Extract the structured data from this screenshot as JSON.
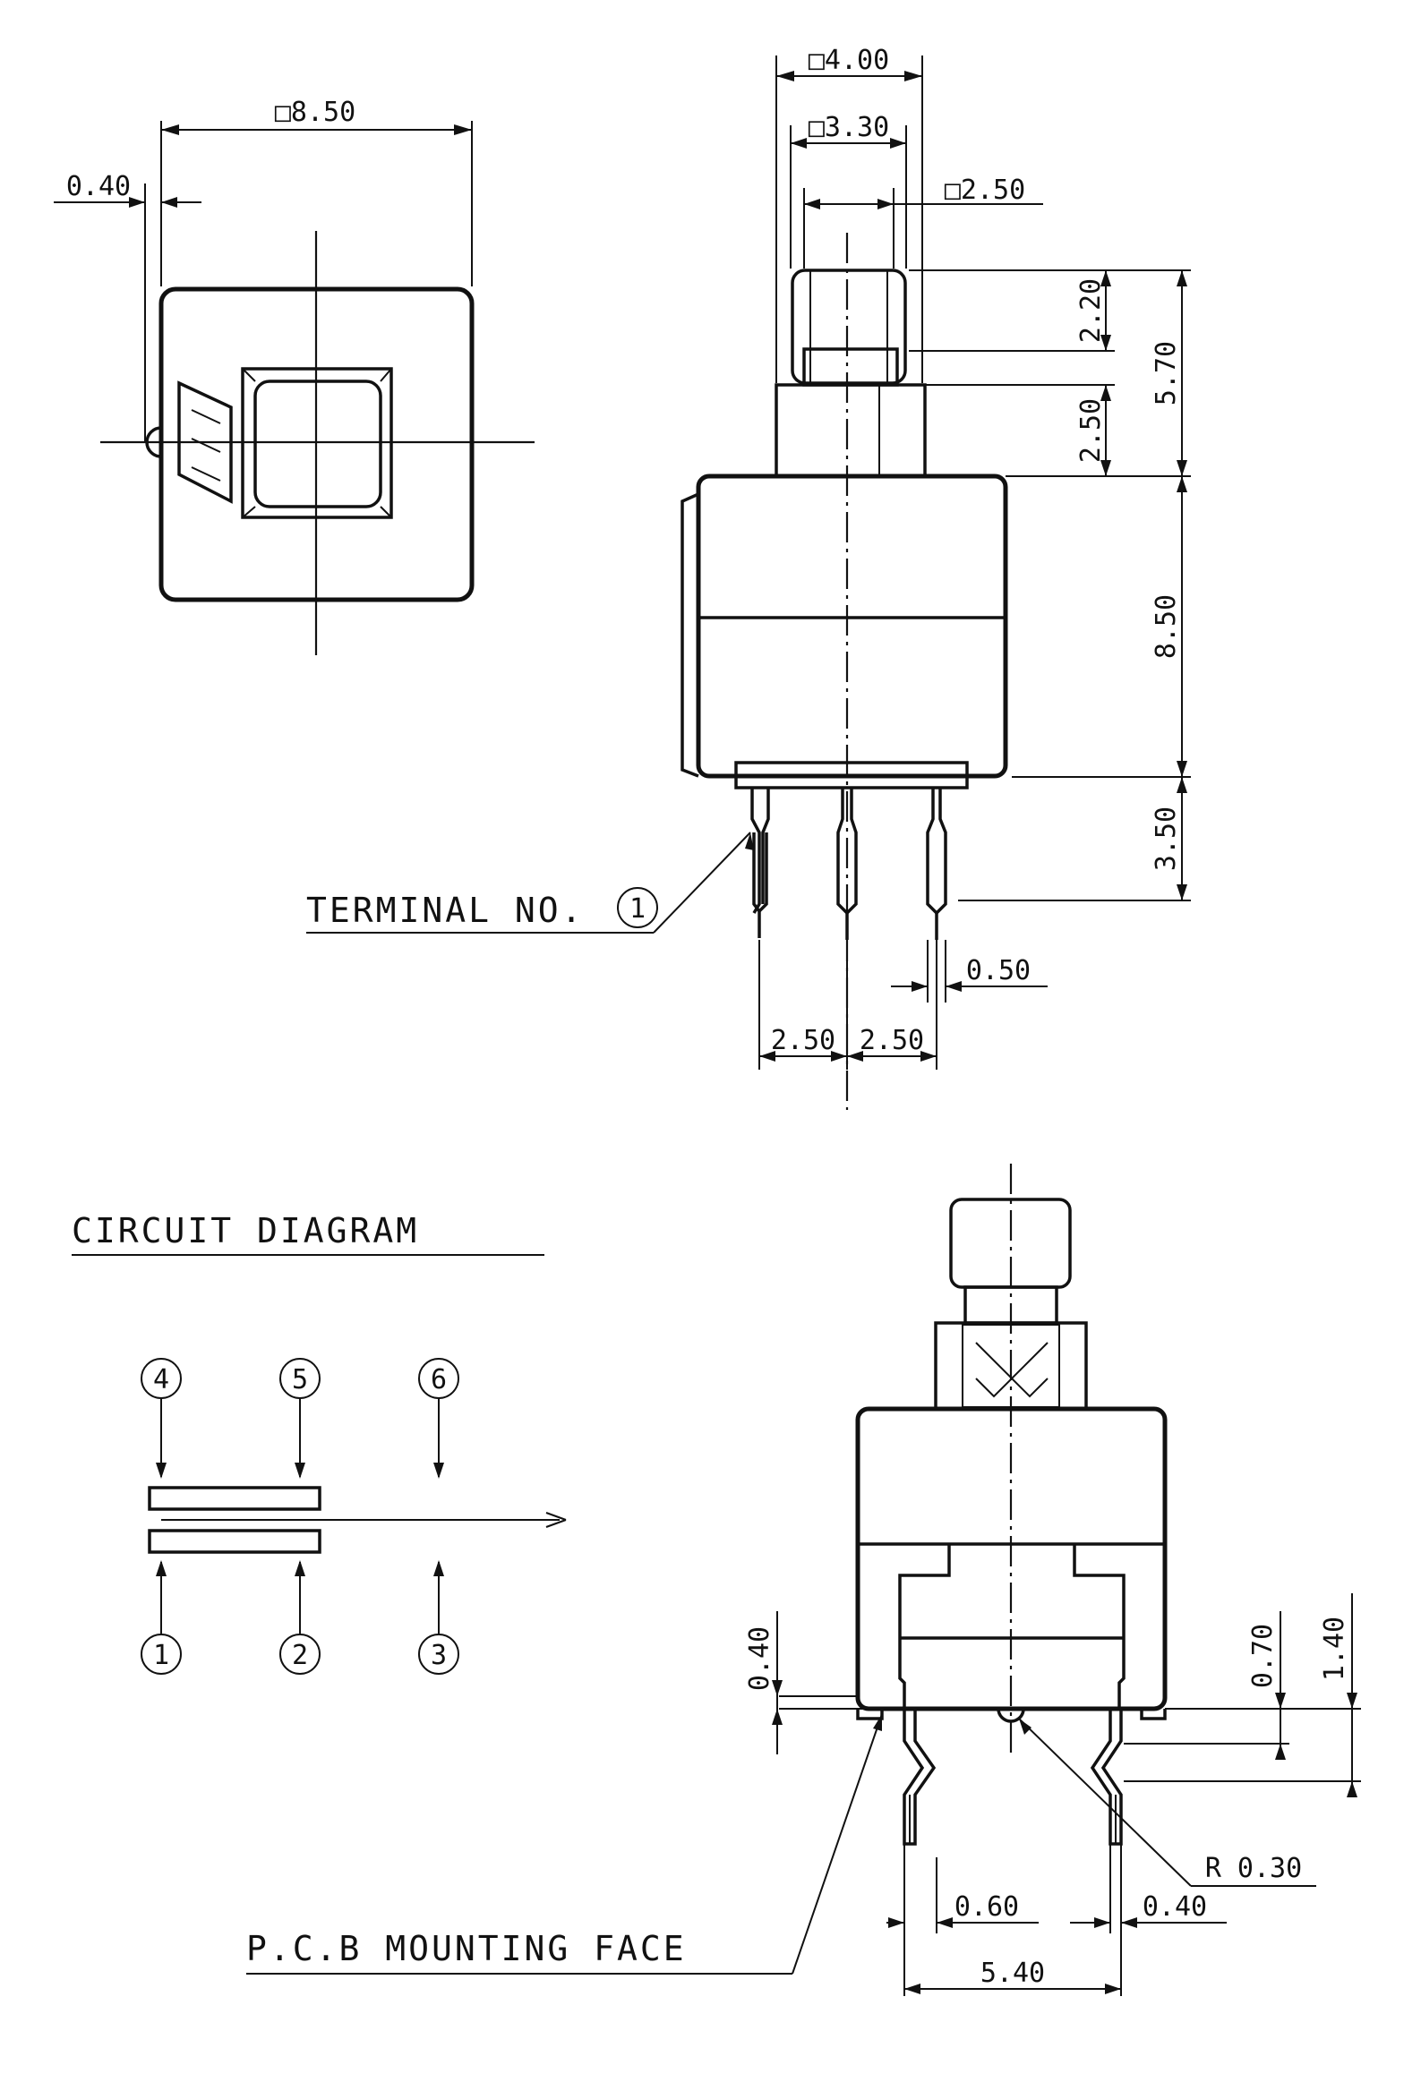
{
  "dimensions": {
    "top_body_square": "□8.50",
    "top_offset": "0.40",
    "front_cap_outer": "□4.00",
    "front_cap_mid": "□3.30",
    "front_cap_inner": "□2.50",
    "front_cap_height": "2.20",
    "front_stem_height": "2.50",
    "front_total_top": "5.70",
    "front_body_height": "8.50",
    "front_pin_length": "3.50",
    "front_pin_width": "0.50",
    "front_pitch_left": "2.50",
    "front_pitch_right": "2.50",
    "side_offset_left": "0.40",
    "side_standoff": "0.70",
    "side_standoff_total": "1.40",
    "side_radius": "R 0.30",
    "side_pin_left": "0.60",
    "side_pin_right": "0.40",
    "side_span": "5.40"
  },
  "labels": {
    "terminal": "TERMINAL NO.",
    "terminal_number": "1",
    "circuit_title": "CIRCUIT DIAGRAM",
    "pcb_face": "P.C.B MOUNTING FACE"
  },
  "circuit": {
    "top_terminals": [
      "4",
      "5",
      "6"
    ],
    "bottom_terminals": [
      "1",
      "2",
      "3"
    ]
  }
}
